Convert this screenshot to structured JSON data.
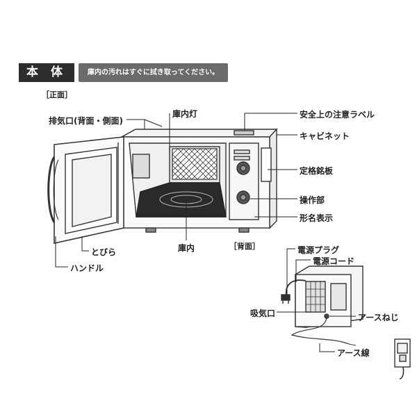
{
  "header": {
    "title": "本 体",
    "note": "庫内の汚れはすぐに拭き取ってください。"
  },
  "views": {
    "front": "［正面］",
    "back": "［背面］"
  },
  "labels": {
    "exhaust": "排気口(背面・側面)",
    "lamp": "庫内灯",
    "safety_label": "安全上の注意ラベル",
    "cabinet": "キャビネット",
    "rating_plate": "定格銘板",
    "control_panel": "操作部",
    "model_display": "形名表示",
    "door": "とびら",
    "handle": "ハンドル",
    "interior": "庫内",
    "power_plug": "電源プラグ",
    "power_cord": "電源コード",
    "intake": "吸気口",
    "earth_screw": "アースねじ",
    "earth_wire": "アース線"
  }
}
